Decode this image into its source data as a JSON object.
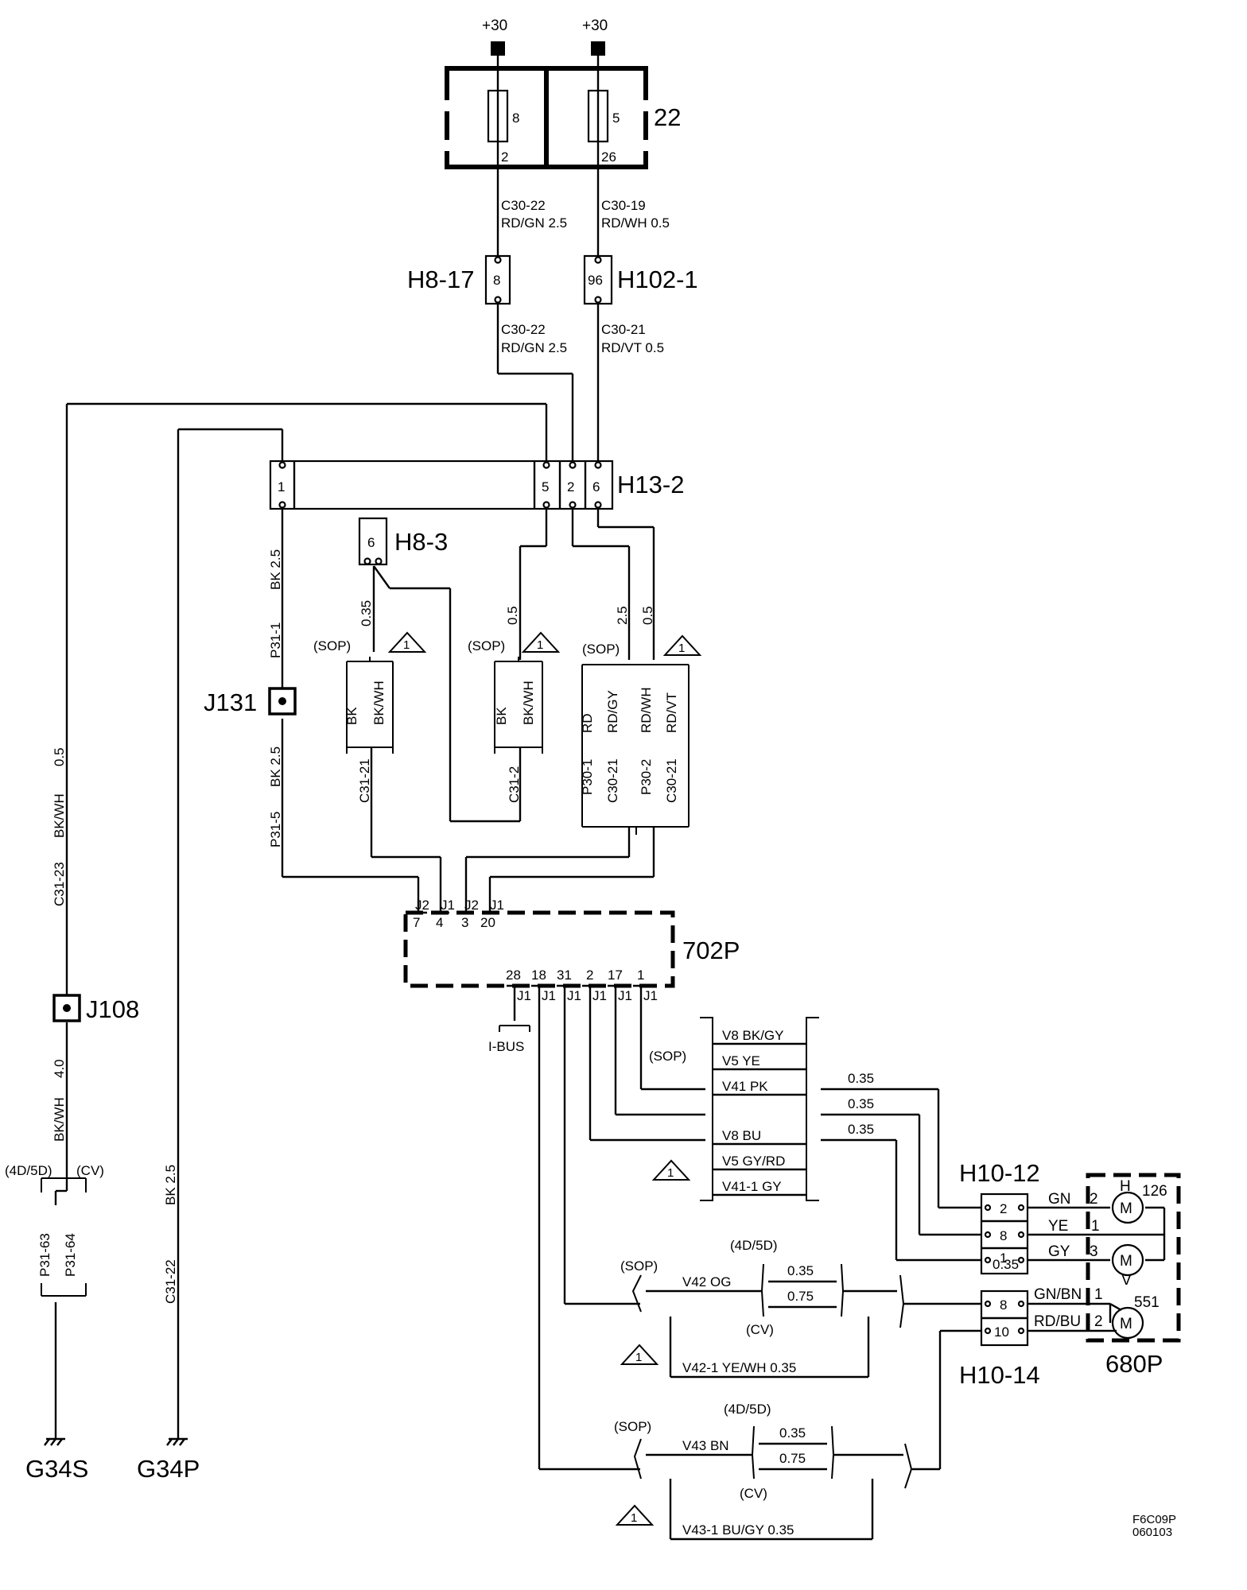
{
  "power": {
    "left": "+30",
    "right": "+30"
  },
  "fuse_box": {
    "id": "22",
    "fuse_left": {
      "number": "8",
      "pin": "2"
    },
    "fuse_right": {
      "number": "5",
      "pin": "26"
    }
  },
  "wires_top": {
    "left_1": "C30-22",
    "left_2": "RD/GN  2.5",
    "right_1": "C30-19",
    "right_2": "RD/WH  0.5",
    "left_3": "C30-22",
    "left_4": "RD/GN  2.5",
    "right_3": "C30-21",
    "right_4": "RD/VT  0.5"
  },
  "connectors": {
    "h8_17": {
      "label": "H8-17",
      "pin": "8"
    },
    "h102_1": {
      "label": "H102-1",
      "pin": "96"
    },
    "h13_2": {
      "label": "H13-2",
      "pins": [
        "1",
        "5",
        "2",
        "6"
      ]
    },
    "h8_3": {
      "label": "H8-3",
      "pin": "6"
    },
    "j131": "J131",
    "j108": "J108",
    "h10_12": {
      "label": "H10-12",
      "pins": [
        "2",
        "8",
        "1"
      ]
    },
    "h10_14": {
      "label": "H10-14",
      "pins": [
        "8",
        "10"
      ]
    }
  },
  "vertical_labels": {
    "bk25_a": "BK  2.5",
    "p31_1": "P31-1",
    "bk25_b": "BK  2.5",
    "p31_5": "P31-5",
    "h83_035": "0.35",
    "bk_a": "BK",
    "bkwh_a": "BK/WH",
    "c31_21": "C31-21",
    "mid_05": "0.5",
    "bk_b": "BK",
    "bkwh_b": "BK/WH",
    "c31_2": "C31-2",
    "r25": "2.5",
    "r05": "0.5",
    "rd": "RD",
    "rdgy": "RD/GY",
    "rdwh": "RD/WH",
    "rdvt": "RD/VT",
    "p30_1": "P30-1",
    "c30_21a": "C30-21",
    "p30_2": "P30-2",
    "c30_21b": "C30-21",
    "left_05": "0.5",
    "bkwh_l1": "BK/WH",
    "c31_23": "C31-23",
    "left_40": "4.0",
    "bkwh_l2": "BK/WH",
    "p31_63": "P31-63",
    "p31_64": "P31-64",
    "bk25_c": "BK  2.5",
    "c31_22": "C31-22"
  },
  "sop_labels": {
    "a": "(SOP)",
    "b": "(SOP)",
    "c": "(SOP)",
    "d": "(SOP)",
    "e": "(SOP)",
    "f": "(SOP)"
  },
  "triangles": {
    "t1": "1",
    "t2": "1",
    "t3": "1",
    "t4": "1",
    "t5": "1",
    "t6": "1"
  },
  "module_702p": {
    "label": "702P",
    "top_jacks": [
      "J2",
      "J1",
      "J2",
      "J1"
    ],
    "top_pins": [
      "7",
      "4",
      "3",
      "20"
    ],
    "bottom_pins": [
      "28",
      "18",
      "31",
      "2",
      "17",
      "1"
    ],
    "bottom_jacks": [
      "J1",
      "J1",
      "J1",
      "J1",
      "J1",
      "J1"
    ]
  },
  "ibus": "I-BUS",
  "variants_top": [
    "V8   BK/GY",
    "V5   YE",
    "V41   PK"
  ],
  "variants_bottom": [
    "V8   BU",
    "V5   GY/RD",
    "V41-1  GY"
  ],
  "wire_sizes": {
    "a": "0.35",
    "b": "0.35",
    "c": "0.35",
    "d": "0.35"
  },
  "mirror_wires": {
    "gn": "GN",
    "ye": "YE",
    "gy": "GY",
    "n2": "2",
    "n1": "1",
    "n3": "3",
    "h": "H",
    "v": "V",
    "id": "126"
  },
  "v42": {
    "label": "V42   OG",
    "opt": "(4D/5D)",
    "s1": "0.35",
    "s2": "0.75",
    "cv": "(CV)",
    "alt": "V42-1      YE/WH   0.35"
  },
  "v43": {
    "label": "V43   BN",
    "opt": "(4D/5D)",
    "s1": "0.35",
    "s2": "0.75",
    "cv": "(CV)",
    "alt": "V43-1     BU/GY   0.35"
  },
  "motor_551": {
    "id": "551",
    "w1": "GN/BN",
    "w2": "RD/BU",
    "n1": "1",
    "n2": "2"
  },
  "module_680p": "680P",
  "left_options": {
    "a": "(4D/5D)",
    "b": "(CV)"
  },
  "grounds": {
    "left": "G34S",
    "right": "G34P"
  },
  "motor_m": [
    "M",
    "M",
    "M"
  ],
  "figure_code": [
    "F6C09P",
    "060103"
  ]
}
